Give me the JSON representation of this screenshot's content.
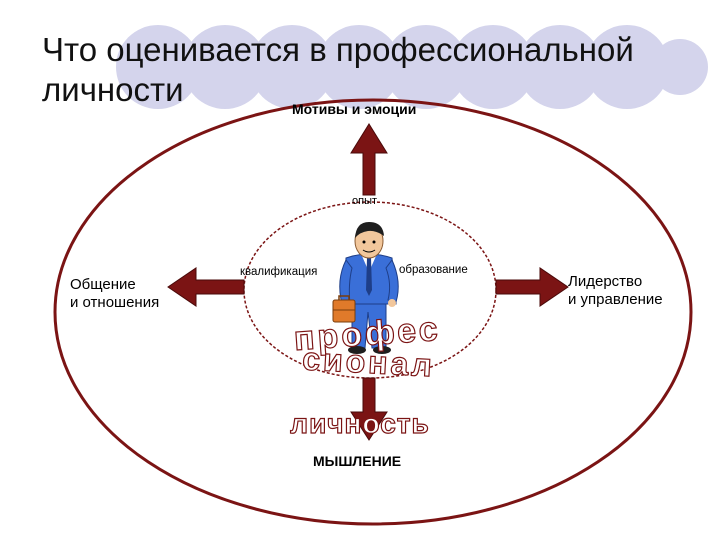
{
  "title": "Что оценивается в профессиональной личности",
  "nodes": {
    "top": "Мотивы и эмоции",
    "left_line1": "Общение",
    "left_line2": "и отношения",
    "right_line1": "Лидерство",
    "right_line2": "и управление",
    "bottom": "МЫШЛЕНИЕ",
    "inner_top": "опыт",
    "inner_left": "квалификация",
    "inner_right": "образование"
  },
  "wordart": {
    "line1": "профес",
    "line2": "сионал",
    "line3": "личность"
  },
  "colors": {
    "ring": "#7b1414",
    "arrow": "#7b1414",
    "decor_circle": "#d4d4ec",
    "suit": "#3a6fd8",
    "briefcase": "#e07a2a",
    "skin": "#f2c79c"
  },
  "icons": {
    "figure": "businessman-with-briefcase-icon",
    "arrows": "arrow-icon"
  }
}
